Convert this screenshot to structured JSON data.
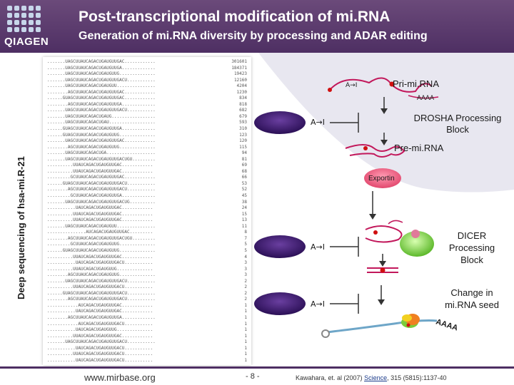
{
  "header": {
    "logo_text": "QIAGEN",
    "title": "Post-transcriptional modification of mi.RNA",
    "subtitle": "Generation of mi.RNA diversity by processing and ADAR editing"
  },
  "side_label": "Deep sequencing of hsa-mi.R-21",
  "sequences": [
    {
      "seq": ".......UAGCUUAUCAGACUGAUGUUGAC............",
      "count": "301601"
    },
    {
      "seq": ".......UAGCUUAUCAGACUGAUGUUGA.............",
      "count": "184371"
    },
    {
      "seq": ".......UAGCUUAUCAGACUGAUGUUG..............",
      "count": "19423"
    },
    {
      "seq": ".......UAGCUUAUCAGACUGAUGUUGACU...........",
      "count": "12160"
    },
    {
      "seq": ".......UAGCUUAUCAGACUGAUGUU...............",
      "count": "4204"
    },
    {
      "seq": "........AGCUUAUCAGACUGAUGUUGAC............",
      "count": "1230"
    },
    {
      "seq": "......GUAGCUUAUCAGACUGAUGUUGAC............",
      "count": "834"
    },
    {
      "seq": "........AGCUUAUCAGACUGAUGUUGA.............",
      "count": "818"
    },
    {
      "seq": ".......UAGCUUAUCAGACUGAUGUUGACU...........",
      "count": "682"
    },
    {
      "seq": ".......UAGCUUAUCAGACUGAUG.................",
      "count": "679"
    },
    {
      "seq": ".......UAGCUUAUCAGACUGAU..................",
      "count": "593"
    },
    {
      "seq": "......GUAGCUUAUCAGACUGAUGUUGA.............",
      "count": "310"
    },
    {
      "seq": "......GUAGCUUAUCAGACUGAUGUUG..............",
      "count": "123"
    },
    {
      "seq": ".......UAGCUUAUCAGACUGAUGUUGAC............",
      "count": "120"
    },
    {
      "seq": "........AGCUUAUCAGACUGAUGUUG..............",
      "count": "115"
    },
    {
      "seq": ".......UAGCUUAUCAGACUGA...................",
      "count": "94"
    },
    {
      "seq": ".......UAGCUUAUCAGACUGAUGUUGACUGU.........",
      "count": "81"
    },
    {
      "seq": "..........UUAUCAGACUGAUGUUGAC............",
      "count": "69"
    },
    {
      "seq": "..........UUAUCAGACUGAUGUUGAC............",
      "count": "68"
    },
    {
      "seq": ".........GCUUAUCAGACUGAUGUUGAC............",
      "count": "66"
    },
    {
      "seq": "......GUAGCUUAUCAGACUGAUGUUGACU...........",
      "count": "53"
    },
    {
      "seq": "........AGCUUAUCAGACUGAUGUUGACU...........",
      "count": "52"
    },
    {
      "seq": ".........GCUUAUCAGACUGAUGUUGA.............",
      "count": "45"
    },
    {
      "seq": ".......UAGCUUAUCAGACUGAUGUUGACUG..........",
      "count": "38"
    },
    {
      "seq": "...........UAUCAGACUGAUGUUGAC............",
      "count": "24"
    },
    {
      "seq": "..........UUAUCAGACUGAUGUUGAC............",
      "count": "15"
    },
    {
      "seq": "..........UUAUCAGACUGAUGUUGAC............",
      "count": "13"
    },
    {
      "seq": ".......UAGCUUAUCAGACUGAUGUU...............",
      "count": "11"
    },
    {
      "seq": "...............AUCAGACUGAUGUUGAC.........",
      "count": "8"
    },
    {
      "seq": "........AGCUUAUCAGACUGAUGUUGACUGU.........",
      "count": "7"
    },
    {
      "seq": ".........GCUUAUCAGACUGAUGUUG..............",
      "count": "5"
    },
    {
      "seq": "......GUAGCUUAUCAGACUGAUGUUG..............",
      "count": "5"
    },
    {
      "seq": "..........UUAUCAGACUGAUGUUGAC............",
      "count": "4"
    },
    {
      "seq": "...........UAUCAGACUGAUGUUGACU...........",
      "count": "3"
    },
    {
      "seq": "..........UUAUCAGACUGAUGUUG..............",
      "count": "3"
    },
    {
      "seq": "........AGCUUAUCAGACUGAUGUUG..............",
      "count": "3"
    },
    {
      "seq": ".......UAGCUUAUCAGACUGAUGUUGACU...........",
      "count": "2"
    },
    {
      "seq": "..........UUAUCAGACUGAUGUUGACU...........",
      "count": "2"
    },
    {
      "seq": "......GUAGCUUAUCAGACUGAUGUUGACU...........",
      "count": "2"
    },
    {
      "seq": "........AGCUUAUCAGACUGAUGUUGACU...........",
      "count": "2"
    },
    {
      "seq": "............AUCAGACUGAUGUUGAC............",
      "count": "1"
    },
    {
      "seq": "...........UAUCAGACUGAUGUUGAC............",
      "count": "1"
    },
    {
      "seq": "........AGCUUAUCAGACUGAUGUUGA.............",
      "count": "1"
    },
    {
      "seq": "............AUCAGACUGAUGUUGACU...........",
      "count": "1"
    },
    {
      "seq": "...........UAUCAGACUGAUGUUG..............",
      "count": "1"
    },
    {
      "seq": "..........UUAUCAGACUGAUGUUGAC............",
      "count": "1"
    },
    {
      "seq": ".......UAGCUUAUCAGACUGAUGUUGACU...........",
      "count": "1"
    },
    {
      "seq": "...........UAUCAGACUGAUGUUGACU...........",
      "count": "1"
    },
    {
      "seq": "..........UUAUCAGACUGAUGUUGACU...........",
      "count": "1"
    },
    {
      "seq": "...........UAUCAGACUGAUGUUGACU...........",
      "count": "1"
    }
  ],
  "diagram": {
    "ai_label": "A→I",
    "pri_mirna": "Pri-mi.RNA",
    "polya": "AAAA",
    "drosha": [
      "DROSHA Processing",
      "Block"
    ],
    "pre_mirna": "Pre-mi.RNA",
    "exportin": "Exportin",
    "dicer": [
      "DICER",
      "Processing",
      "Block"
    ],
    "seed_change": [
      "Change in",
      "mi.RNA seed"
    ],
    "risc_polya": "AAAA"
  },
  "footer": {
    "website": "www.mirbase.org",
    "page": "- 8 -",
    "citation_prefix": "Kawahara, et. al (2007) ",
    "journal": "Science",
    "citation_suffix": ", 315 (5815):1137-40"
  },
  "colors": {
    "header": "#4e2f63",
    "adar": "#3a1a6e",
    "rna": "#c2185b",
    "edit_dot": "#d01010",
    "exportin": "#f06a8a",
    "dicer": "#9be06a",
    "nucleus": "#e6e4ee"
  }
}
